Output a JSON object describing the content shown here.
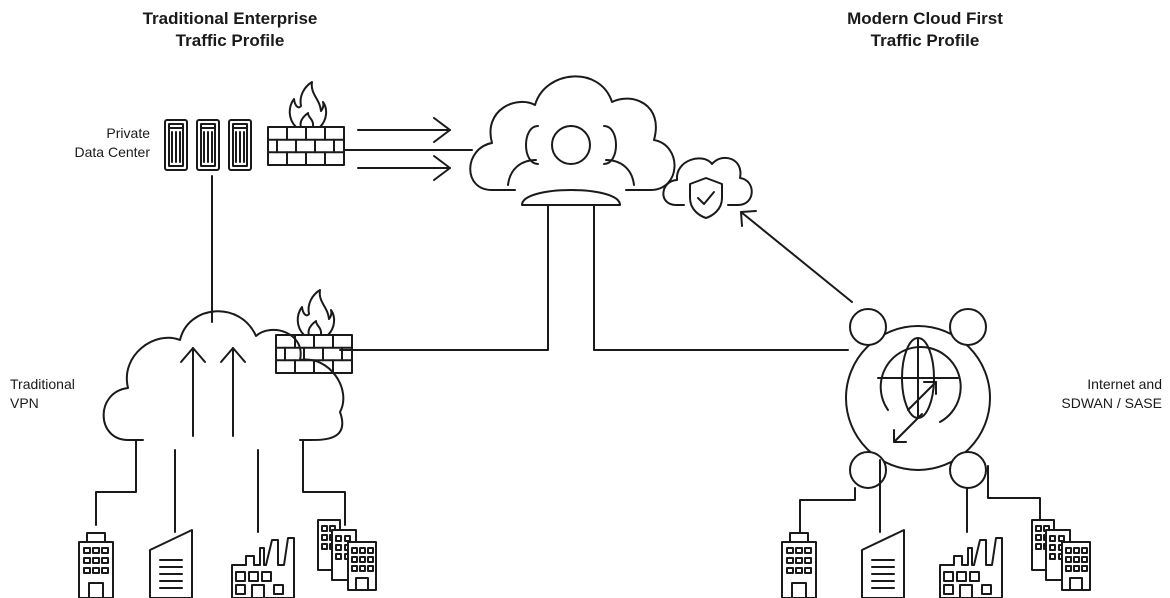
{
  "left_title": {
    "line1": "Traditional Enterprise",
    "line2": "Traffic Profile"
  },
  "right_title": {
    "line1": "Modern Cloud First",
    "line2": "Traffic Profile"
  },
  "labels": {
    "private_dc": {
      "line1": "Private",
      "line2": "Data Center"
    },
    "vpn": {
      "line1": "Traditional",
      "line2": "VPN"
    },
    "sdwan": {
      "line1": "Internet and",
      "line2": "SDWAN / SASE"
    }
  },
  "colors": {
    "stroke": "#1a1a1a",
    "background": "#ffffff"
  },
  "icons": [
    "server-rack-icon",
    "firewall-icon",
    "cloud-icon",
    "users-icon",
    "shield-check-cloud-icon",
    "globe-icon",
    "transfer-arrows-icon",
    "office-building-icon",
    "skyscraper-icon",
    "factory-icon",
    "apartment-complex-icon"
  ]
}
